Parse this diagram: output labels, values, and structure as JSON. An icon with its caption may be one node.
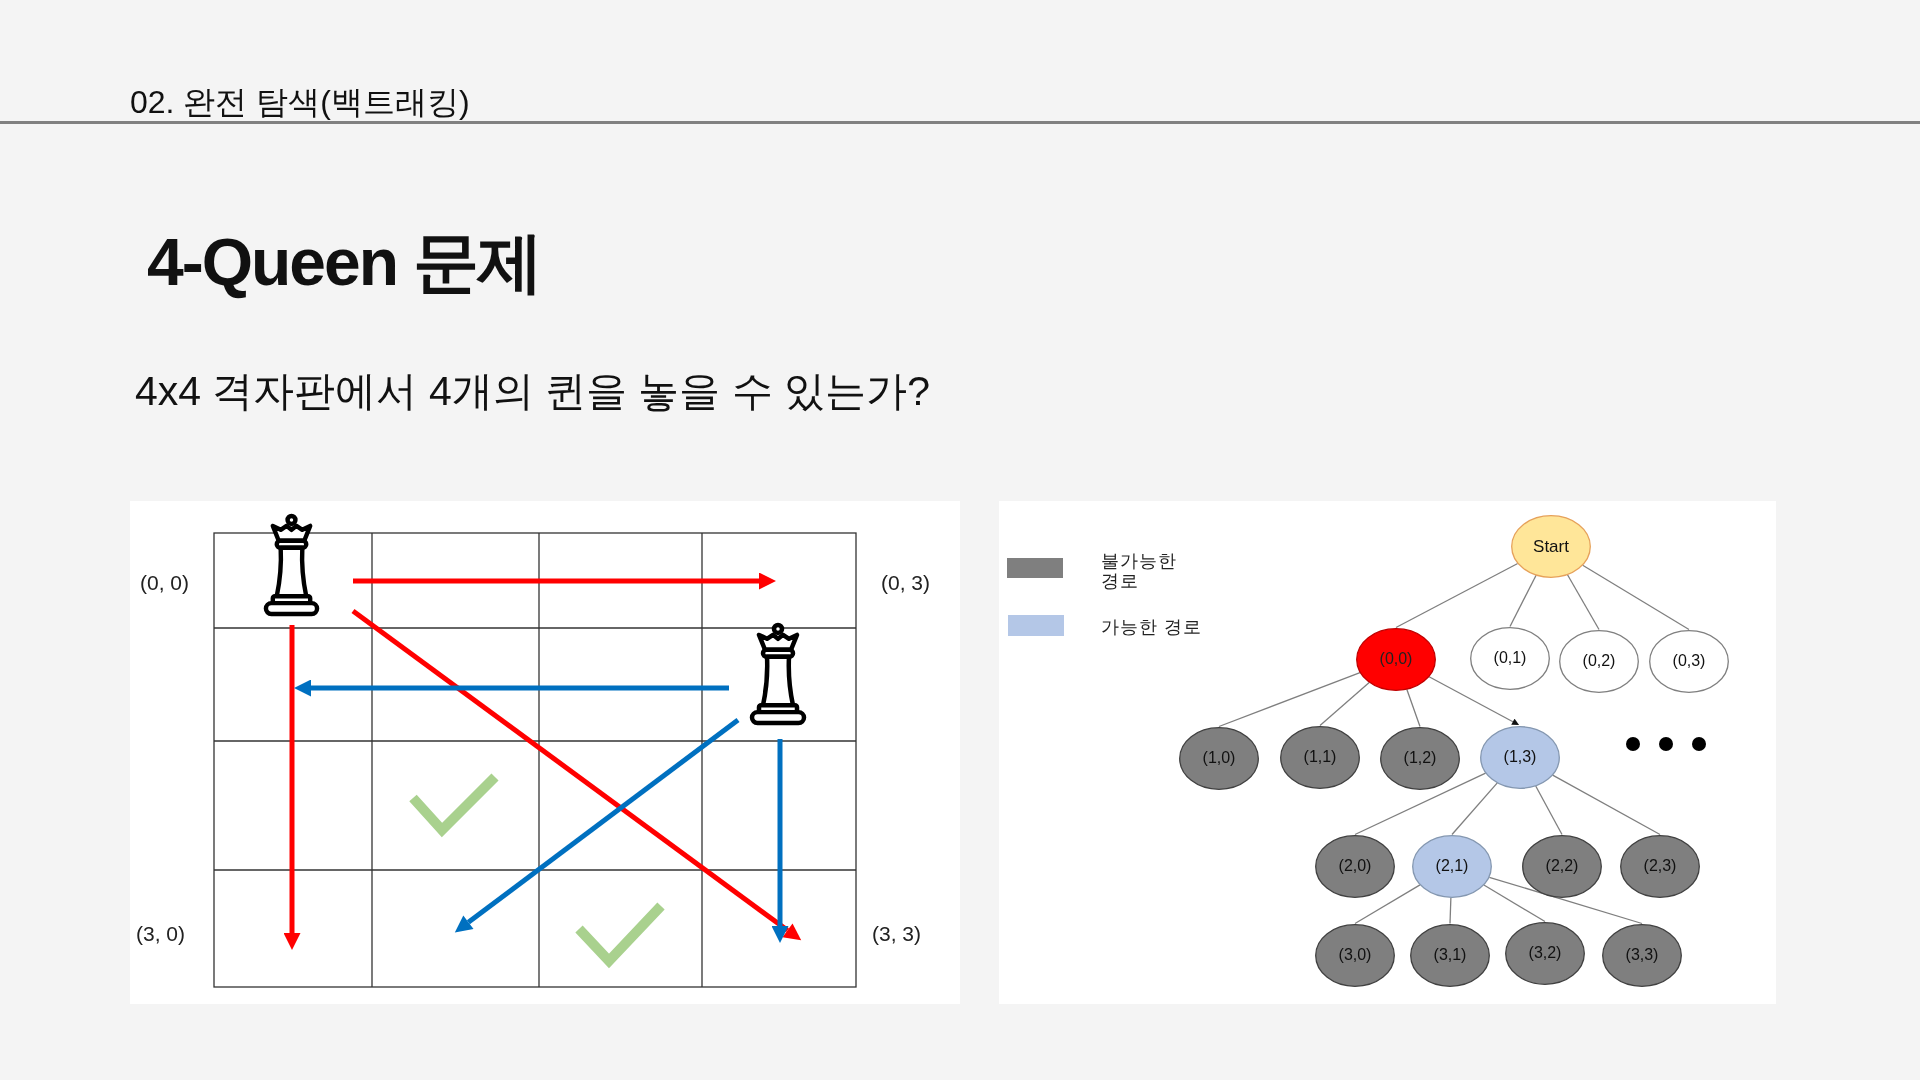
{
  "diagram": {
    "title": "4-Queen 문제",
    "nodes": [
      {
        "text": [
          "Start"
        ]
      },
      {
        "text": [
          "(0,0)"
        ]
      },
      {
        "text": [
          "(0,1)"
        ]
      },
      {
        "text": [
          "(0,2)"
        ]
      },
      {
        "text": [
          "(0,3)"
        ]
      },
      {
        "text": [
          "(1,0)"
        ]
      },
      {
        "text": [
          "(1,1)"
        ]
      },
      {
        "text": [
          "(1,2)"
        ]
      },
      {
        "text": [
          "(1,3)"
        ]
      },
      {
        "text": [
          "(2,0)"
        ]
      },
      {
        "text": [
          "(2,1)"
        ]
      },
      {
        "text": [
          "(2,2)"
        ]
      },
      {
        "text": [
          "(2,3)"
        ]
      },
      {
        "text": [
          "(3,0)"
        ]
      },
      {
        "text": [
          "(3,1)"
        ]
      },
      {
        "text": [
          "(3,2)"
        ]
      },
      {
        "text": [
          "(3,3)"
        ]
      }
    ],
    "edges": [
      {
        "from": 0,
        "to": 1,
        "arrow": "none"
      },
      {
        "from": 0,
        "to": 2,
        "arrow": "none"
      },
      {
        "from": 0,
        "to": 3,
        "arrow": "none"
      },
      {
        "from": 0,
        "to": 4,
        "arrow": "none"
      },
      {
        "from": 1,
        "to": 5,
        "arrow": "none"
      },
      {
        "from": 1,
        "to": 6,
        "arrow": "none"
      },
      {
        "from": 1,
        "to": 7,
        "arrow": "none"
      },
      {
        "from": 1,
        "to": 8,
        "arrow": "to"
      },
      {
        "from": 8,
        "to": 9,
        "arrow": "none"
      },
      {
        "from": 8,
        "to": 10,
        "arrow": "none"
      },
      {
        "from": 8,
        "to": 11,
        "arrow": "none"
      },
      {
        "from": 8,
        "to": 12,
        "arrow": "none"
      },
      {
        "from": 10,
        "to": 13,
        "arrow": "none"
      },
      {
        "from": 10,
        "to": 14,
        "arrow": "none"
      },
      {
        "from": 10,
        "to": 15,
        "arrow": "none"
      },
      {
        "from": 10,
        "to": 16,
        "arrow": "none"
      }
    ],
    "labels": [
      "02. 완전 탐색(백트래킹)",
      "4x4 격자판에서 4개의 퀸을 놓을 수 있는가?",
      "(0, 0)",
      "(0, 3)",
      "(3, 0)",
      "(3, 3)"
    ],
    "legend": [
      {
        "text": "불가능한 경로",
        "color": "#7f7f7f"
      },
      {
        "text": "가능한 경로",
        "color": "#b4c7e7"
      }
    ]
  }
}
